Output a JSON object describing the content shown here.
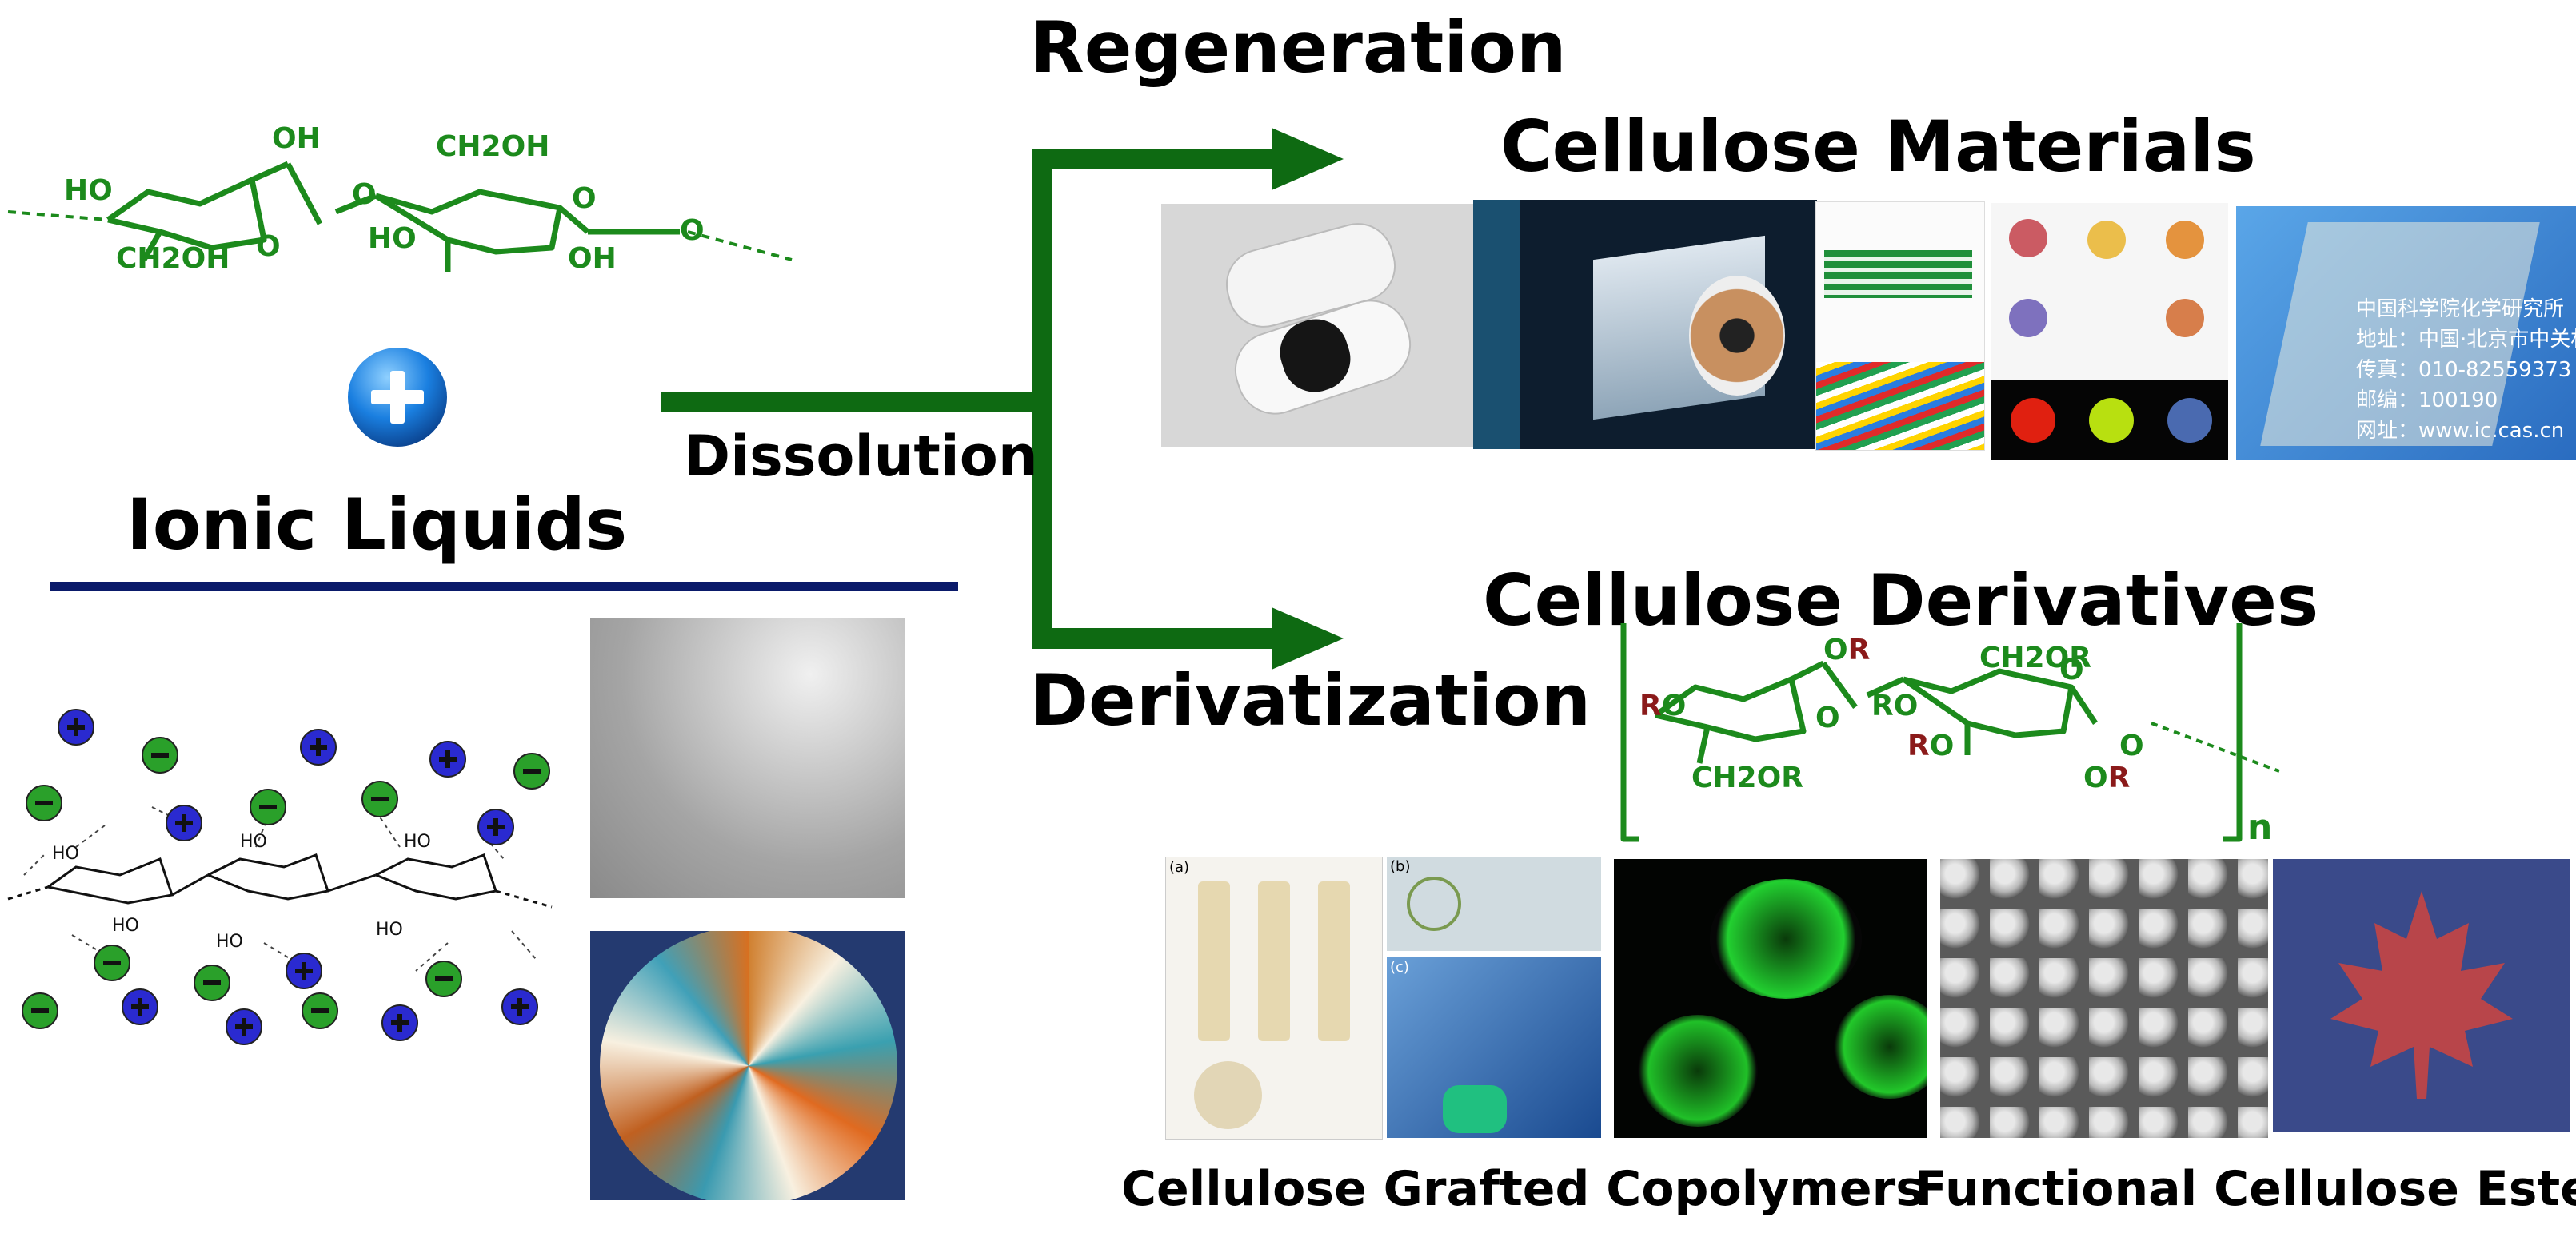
{
  "labels": {
    "regeneration": "Regeneration",
    "cellulose_materials": "Cellulose Materials",
    "dissolution": "Dissolution",
    "ionic_liquids": "Ionic Liquids",
    "cellulose_derivatives": "Cellulose Derivatives",
    "derivatization": "Derivatization",
    "grafted_copolymers": "Cellulose Grafted Copolymers",
    "functional_esters": "Functional Cellulose Esters"
  },
  "cellulose_structure": {
    "groups": [
      "OH",
      "OH",
      "CH2OH",
      "O",
      "O",
      "HO",
      "HO",
      "CH2OH",
      "OH",
      "O"
    ]
  },
  "derivative_structure": {
    "groups": [
      "OR",
      "CH2OR",
      "O",
      "O",
      "RO",
      "RO",
      "CH2OR",
      "OR",
      "O"
    ],
    "repeat_subscript": "n"
  },
  "panel_labels": {
    "a": "(a)",
    "b": "(b)",
    "c": "(c)"
  },
  "photo_texts": {
    "plate_line1": "中国科学院化学研究所",
    "plate_line2": "地址：中国·北京市中关村",
    "plate_line3": "传真：010-82559373",
    "plate_line4": "邮编：100190",
    "plate_line5": "网址：www.ic.cas.cn"
  },
  "colors": {
    "arrow_green": "#0e6a12",
    "structure_green": "#1c8a1c",
    "r_group_red": "#8b1a1a",
    "divider_navy": "#0a1a6a",
    "cation_blue": "#2a2ad0",
    "anion_green": "#2aa02a"
  }
}
